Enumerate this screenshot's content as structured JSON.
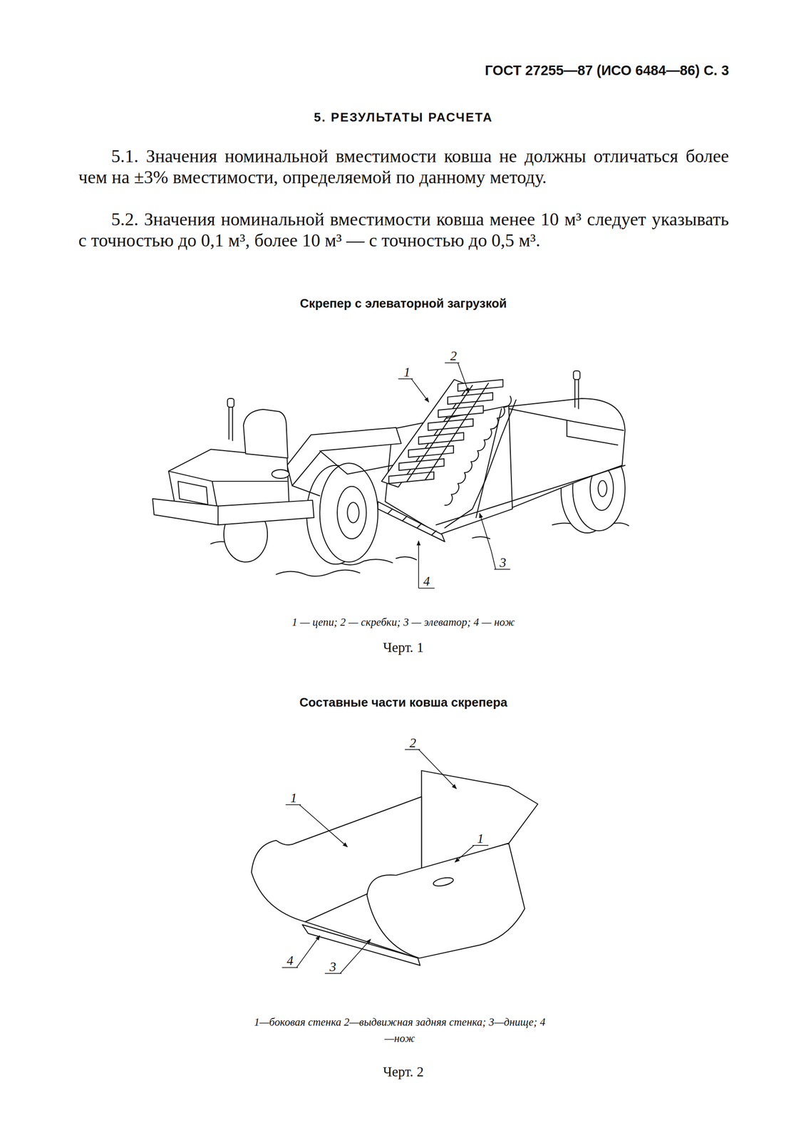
{
  "diagram": {
    "title": "5. РЕЗУЛЬТАТЫ РАСЧЕТА",
    "labels": [
      "ГОСТ 27255—87 (ИСО 6484—86) С. 3",
      "5.1. Значения номинальной вместимости ковша не должны отличаться более чем на ±3% вместимости, определяемой по данному методу.",
      "5.2. Значения номинальной вместимости ковша менее 10 м³ следует указывать с точностью до 0,1 м³, более 10 м³ — с точностью до 0,5 м³.",
      "Скрепер с элеваторной загрузкой",
      "1",
      "2",
      "3",
      "4",
      "1 — цепи; 2 — скребки; 3 — элеватор; 4 — нож",
      "Черт. 1",
      "Составные части ковша скрепера",
      "2",
      "1",
      "1",
      "4",
      "3",
      "1—боковая стенка 2—выдвижная задняя стенка; 3—днище; 4—нож",
      "Черт. 2"
    ]
  }
}
